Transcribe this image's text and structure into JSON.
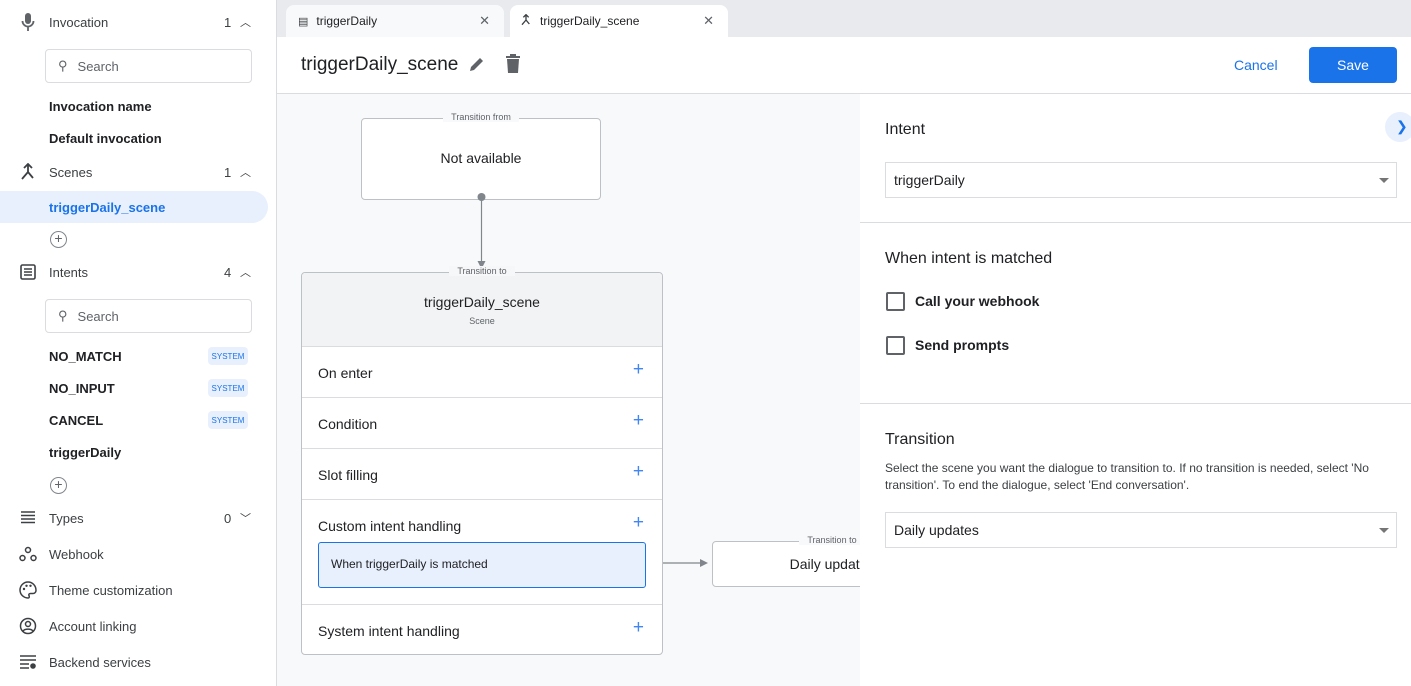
{
  "sidebar": {
    "invocation": {
      "label": "Invocation",
      "count": "1",
      "search_placeholder": "Search",
      "items": [
        "Invocation name",
        "Default invocation"
      ]
    },
    "scenes": {
      "label": "Scenes",
      "count": "1",
      "items": [
        "triggerDaily_scene"
      ]
    },
    "intents": {
      "label": "Intents",
      "count": "4",
      "search_placeholder": "Search",
      "items": [
        {
          "label": "NO_MATCH",
          "badge": "SYSTEM"
        },
        {
          "label": "NO_INPUT",
          "badge": "SYSTEM"
        },
        {
          "label": "CANCEL",
          "badge": "SYSTEM"
        },
        {
          "label": "triggerDaily",
          "badge": ""
        }
      ]
    },
    "types": {
      "label": "Types",
      "count": "0"
    },
    "nav": [
      "Webhook",
      "Theme customization",
      "Account linking",
      "Backend services"
    ]
  },
  "tabs": [
    {
      "label": "triggerDaily",
      "icon": "intent-icon"
    },
    {
      "label": "triggerDaily_scene",
      "icon": "scene-icon",
      "active": true
    }
  ],
  "header": {
    "title": "triggerDaily_scene",
    "cancel": "Cancel",
    "save": "Save"
  },
  "canvas": {
    "from": {
      "legend": "Transition from",
      "text": "Not available"
    },
    "to": {
      "legend": "Transition to",
      "title": "triggerDaily_scene",
      "subtitle": "Scene"
    },
    "rows": [
      "On enter",
      "Condition",
      "Slot filling",
      "Custom intent handling",
      "System intent handling"
    ],
    "handler": "When triggerDaily is matched",
    "target": {
      "legend": "Transition to",
      "text": "Daily updates"
    }
  },
  "panel": {
    "intent_title": "Intent",
    "intent_value": "triggerDaily",
    "matched_title": "When intent is matched",
    "checkboxes": [
      {
        "label": "Call your webhook",
        "checked": false
      },
      {
        "label": "Send prompts",
        "checked": false
      }
    ],
    "transition_title": "Transition",
    "transition_desc": "Select the scene you want the dialogue to transition to. If no transition is needed, select 'No transition'. To end the dialogue, select 'End conversation'.",
    "transition_value": "Daily updates"
  },
  "colors": {
    "accent": "#1a73e8",
    "selected_bg": "#e8f0fe"
  }
}
